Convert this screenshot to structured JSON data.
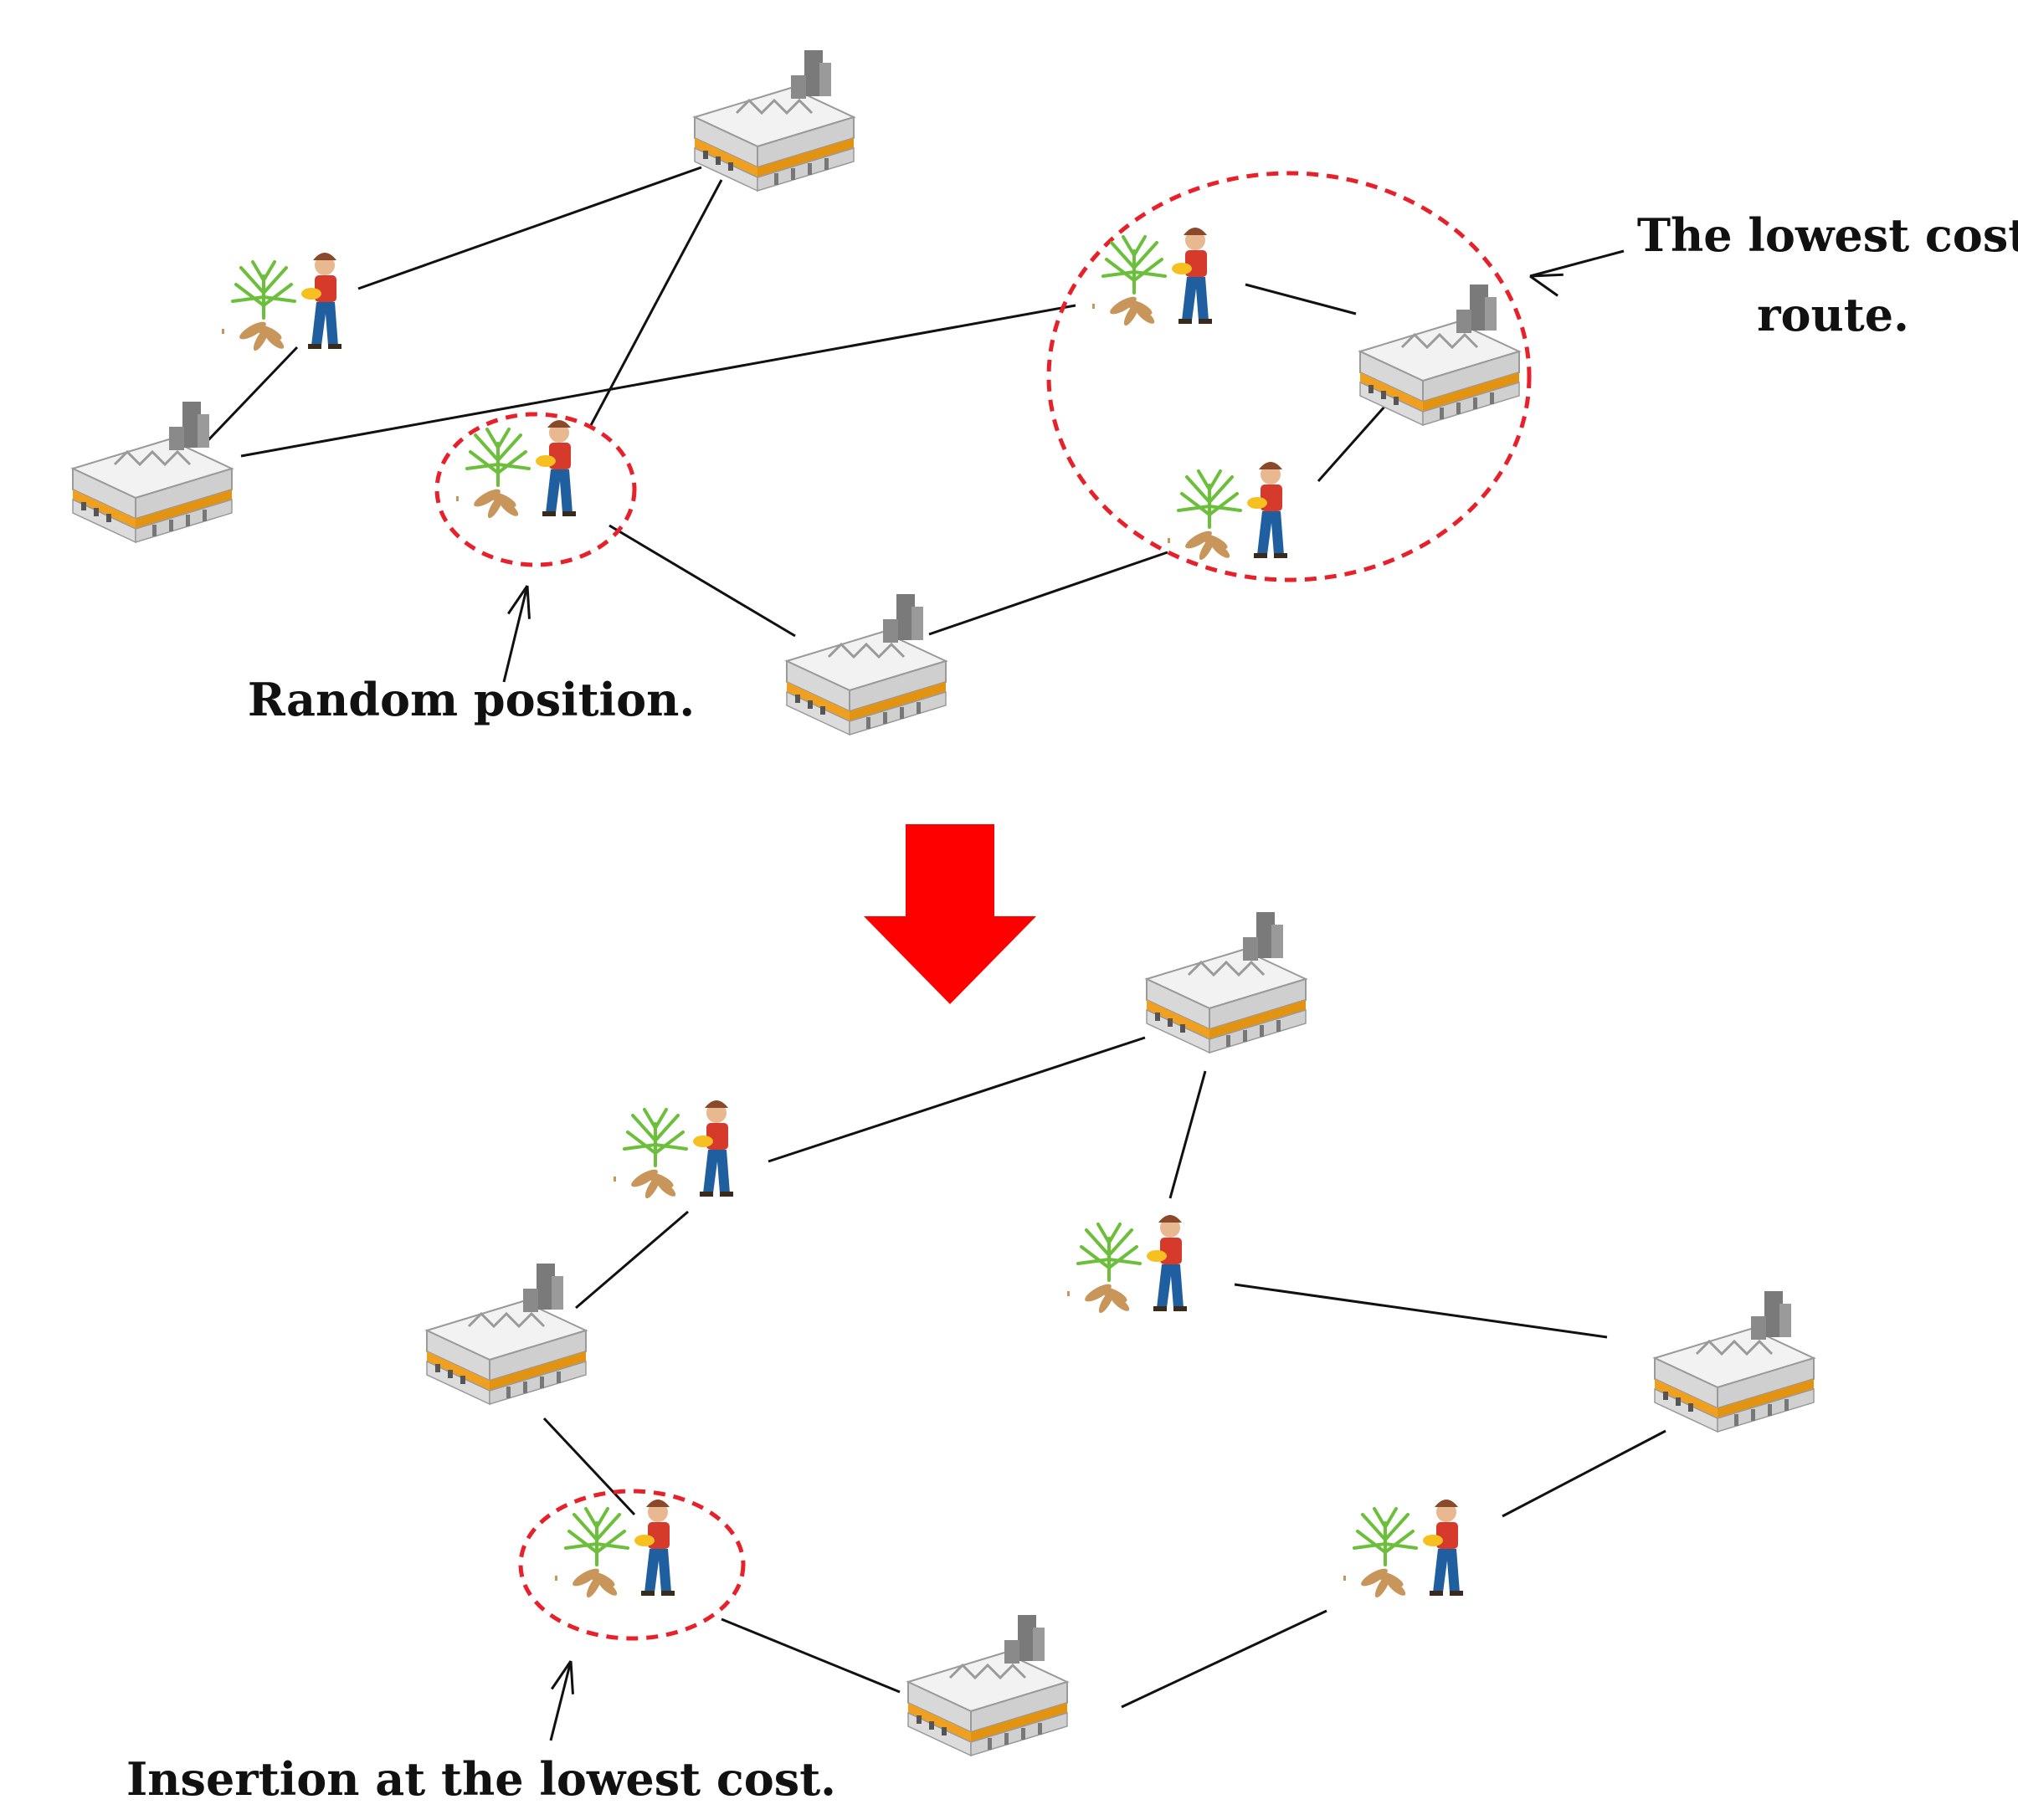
{
  "labels": {
    "lowest_cost_route_line1": "The lowest cost",
    "lowest_cost_route_line2": "route.",
    "random_position": "Random position.",
    "insertion_lowest_cost": "Insertion at the lowest cost."
  },
  "colors": {
    "highlight_dashed": "#e8202a",
    "arrow_red": "#ff0000",
    "route_line": "#111111",
    "factory_body": "#e6e6e6",
    "factory_stripe": "#f0a020",
    "factory_chimney": "#808080",
    "plant_leaf": "#6cbf3a",
    "plant_root": "#c8955a",
    "farmer_shirt": "#d63a2a",
    "farmer_pants": "#1f5fa0"
  },
  "icons": {
    "factory": "factory-icon",
    "farmer": "farmer-with-cassava-icon",
    "transition": "down-arrow-icon"
  }
}
